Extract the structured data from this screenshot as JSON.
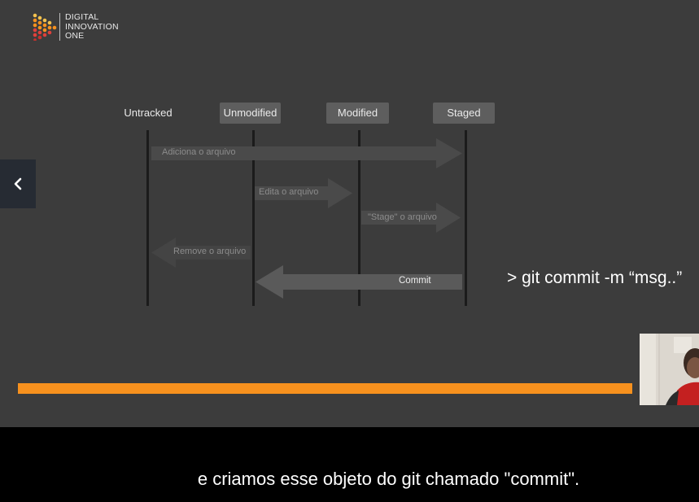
{
  "logo": {
    "line1": "DIGITAL",
    "line2": "INNOVATION",
    "line3": "ONE",
    "brand_colors": [
      "#f7911e",
      "#e0413b",
      "#f2c14e"
    ]
  },
  "diagram": {
    "states": [
      "Untracked",
      "Unmodified",
      "Modified",
      "Staged"
    ],
    "transitions": [
      {
        "label": "Adiciona o arquivo",
        "from": "Untracked",
        "to": "Staged"
      },
      {
        "label": "Edita o arquivo",
        "from": "Unmodified",
        "to": "Modified"
      },
      {
        "label": "\"Stage\" o arquivo",
        "from": "Modified",
        "to": "Staged"
      },
      {
        "label": "Remove o arquivo",
        "from": "Unmodified",
        "to": "Untracked"
      },
      {
        "label": "Commit",
        "from": "Staged",
        "to": "Unmodified"
      }
    ],
    "command": "> git commit -m “msg..”"
  },
  "navigation": {
    "prev_icon": "chevron-left-icon"
  },
  "progress": {
    "value": 0.985,
    "color": "#f7911e"
  },
  "webcam": {
    "icon": "presenter-webcam"
  },
  "caption": {
    "text": "e criamos esse objeto do git chamado \"commit\"."
  },
  "colors": {
    "slide_background": "#3c3c3c",
    "accent": "#f7911e"
  }
}
